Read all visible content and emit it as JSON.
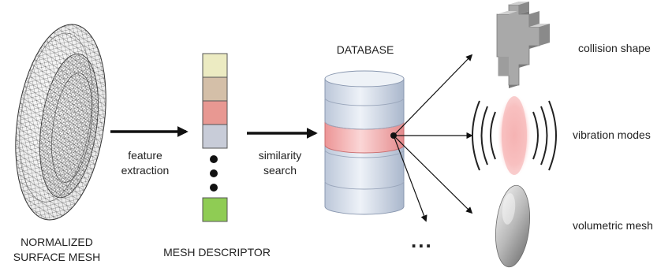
{
  "labels": {
    "mesh_line1": "NORMALIZED",
    "mesh_line2": "SURFACE MESH",
    "feature_line1": "feature",
    "feature_line2": "extraction",
    "descriptor": "MESH DESCRIPTOR",
    "similarity_line1": "similarity",
    "similarity_line2": "search",
    "database": "DATABASE",
    "ellipsis": "...",
    "collision": "collision shape",
    "vibration": "vibration modes",
    "volumetric": "volumetric mesh"
  },
  "descriptor_cell_colors": [
    "#ecebc2",
    "#d4bfa8",
    "#e89892",
    "#c8ccd8",
    "#8fcc54"
  ],
  "colors": {
    "arrow": "#111111",
    "database_highlight": "#f2a9aa",
    "database_body": "#d7deea"
  }
}
